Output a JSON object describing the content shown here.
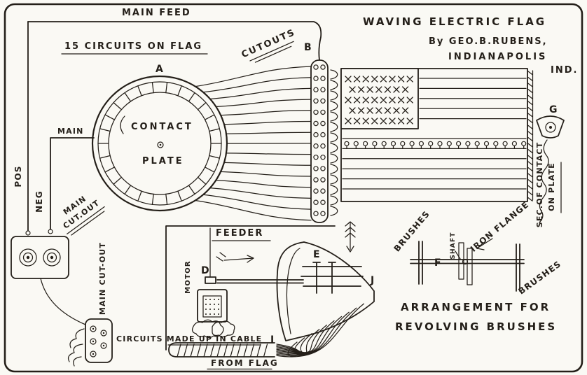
{
  "title": {
    "name": "WAVING ELECTRIC FLAG",
    "byline": "By GEO.B.RUBENS,",
    "city": "INDIANAPOLIS",
    "state": "IND."
  },
  "labels": {
    "main_feed": "MAIN FEED",
    "circuits_on_flag": "15 CIRCUITS ON FLAG",
    "cutouts": "CUTOUTS",
    "part_a": "A",
    "part_b": "B",
    "contact": "CONTACT",
    "plate": "PLATE",
    "main": "MAIN",
    "pos": "POS",
    "neg": "NEG",
    "main_cutout_upper_1": "MAIN",
    "main_cutout_upper_2": "CUT.OUT",
    "part_g": "G",
    "sec_of_contact": "SEC.OF CONTACT",
    "on_plate": "ON PLATE",
    "brushes_left": "BRUSHES",
    "shaft": "SHAFT",
    "iron_flange": "IRON FLANGE",
    "brushes_right": "BRUSHES",
    "part_f": "F",
    "part_e": "E",
    "part_j": "J",
    "part_d": "D",
    "part_i": "I",
    "feeder": "FEEDER",
    "motor": "MOTOR",
    "main_cutout_lower": "MAIN CUT-OUT",
    "circuits_cable": "CIRCUITS MADE UP IN CABLE",
    "from_flag": "FROM FLAG",
    "arrangement_line1": "ARRANGEMENT FOR",
    "arrangement_line2": "REVOLVING BRUSHES"
  },
  "colors": {
    "ink": "#241f19",
    "paper": "#faf9f4"
  }
}
